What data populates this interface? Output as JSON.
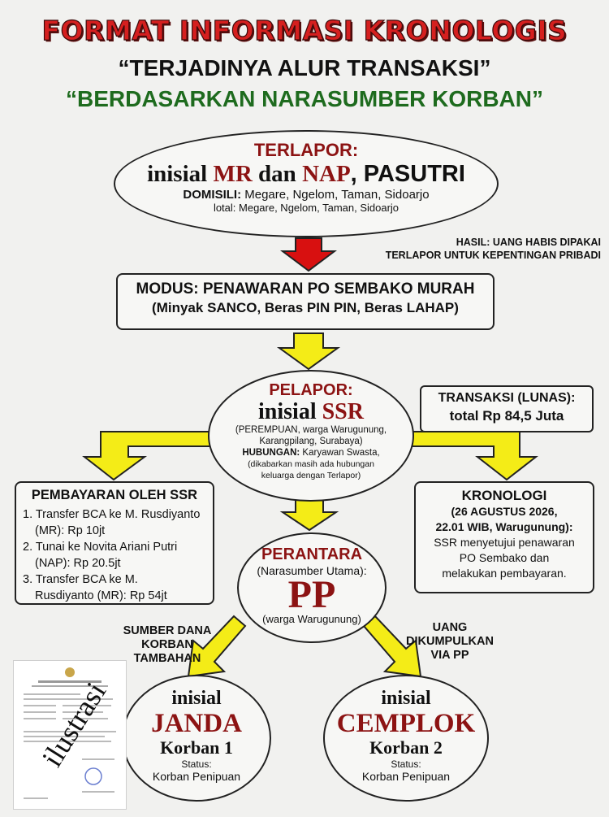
{
  "header": {
    "title": "FORMAT INFORMASI KRONOLOGIS",
    "subtitle1": "“TERJADINYA ALUR TRANSAKSI”",
    "subtitle2": "“BERDASARKAN NARASUMBER KORBAN”"
  },
  "terlapor": {
    "heading": "TERLAPOR:",
    "initials_prefix": "inisial ",
    "initial1": "MR",
    "initials_mid": " dan ",
    "initial2": "NAP",
    "initials_suffix": ", PASUTRI",
    "domisili_label": "DOMISILI:",
    "domisili_value": " Megare, Ngelom, Taman, Sidoarjo",
    "ktp_line": "lotal: Megare, Ngelom, Taman, Sidoarjo"
  },
  "hasil_note": {
    "line1": "HASIL: UANG HABIS DIPAKAI",
    "line2": "TERLAPOR UNTUK KEPENTINGAN PRIBADI"
  },
  "modus": {
    "line1": "MODUS: PENAWARAN PO SEMBAKO MURAH",
    "line2": "(Minyak SANCO, Beras PIN PIN, Beras LAHAP)"
  },
  "pelapor": {
    "heading": "PELAPOR:",
    "initial_prefix": "inisial ",
    "initial": "SSR",
    "detail1": "(PEREMPUAN, warga Warugunung,",
    "detail2": "Karangpilang, Surabaya)",
    "hubungan_label": "HUBUNGAN:",
    "hubungan_value": " Karyawan Swasta,",
    "detail3": "(dikabarkan masih ada hubungan",
    "detail4": "keluarga dengan Terlapor)"
  },
  "transaksi": {
    "line1": "TRANSAKSI (LUNAS):",
    "line2": "total Rp 84,5 Juta"
  },
  "pembayaran": {
    "heading": "PEMBAYARAN OLEH SSR",
    "items": [
      {
        "line1": "1. Transfer BCA ke M. Rusdiyanto",
        "line2": "(MR): Rp 10jt"
      },
      {
        "line1": "2. Tunai ke Novita Ariani Putri",
        "line2": "(NAP): Rp 20.5jt"
      },
      {
        "line1": "3. Transfer BCA ke M.",
        "line2": "Rusdiyanto (MR): Rp 54jt"
      }
    ]
  },
  "kronologi": {
    "heading": "KRONOLOGI",
    "date1": "(26 AGUSTUS 2026,",
    "date2": "22.01 WIB, Warugunung):",
    "text1": "SSR menyetujui penawaran",
    "text2": "PO Sembako dan",
    "text3": "melakukan pembayaran."
  },
  "perantara": {
    "heading": "PERANTARA",
    "sub": "(Narasumber Utama):",
    "initial": "PP",
    "warga": "(warga Warugunung)"
  },
  "left_label": {
    "line1": "SUMBER DANA",
    "line2": "KORBAN",
    "line3": "TAMBAHAN"
  },
  "right_label": {
    "line1": "UANG",
    "line2": "DIKUMPULKAN",
    "line3": "VIA PP"
  },
  "korban1": {
    "inisial": "inisial",
    "name": "JANDA",
    "label": "Korban 1",
    "status_label": "Status:",
    "status": "Korban Penipuan"
  },
  "korban2": {
    "inisial": "inisial",
    "name": "CEMPLOK",
    "label": "Korban 2",
    "status_label": "Status:",
    "status": "Korban Penipuan"
  },
  "illustration_stamp": "ilustrasi",
  "colors": {
    "title_red": "#d51f1f",
    "subtitle_green": "#1e6b1e",
    "initial_red": "#8c1313",
    "arrow_yellow": "#f4ec17",
    "arrow_red": "#d81010"
  }
}
